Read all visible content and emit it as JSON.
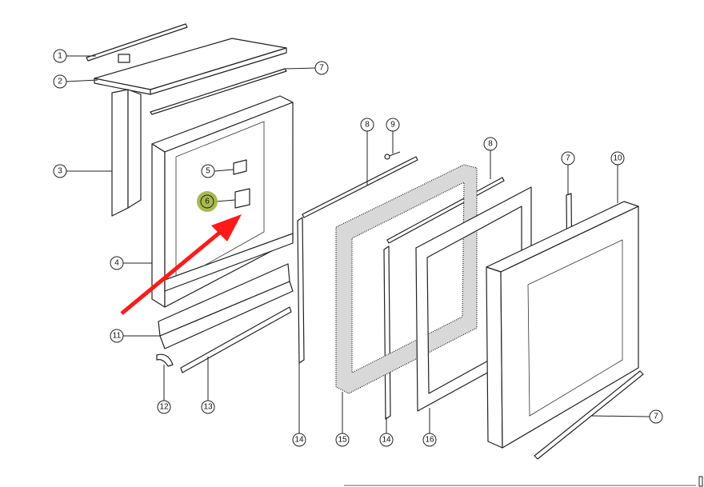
{
  "title": "Exploded parts diagram",
  "highlight_color": "#9fb23c",
  "arrow_color": "#ff1a1a",
  "highlighted_part": "6",
  "callouts": [
    "1",
    "2",
    "7",
    "3",
    "5",
    "6",
    "4",
    "8",
    "9",
    "8",
    "7",
    "10",
    "11",
    "12",
    "13",
    "14",
    "15",
    "14",
    "16",
    "7"
  ]
}
